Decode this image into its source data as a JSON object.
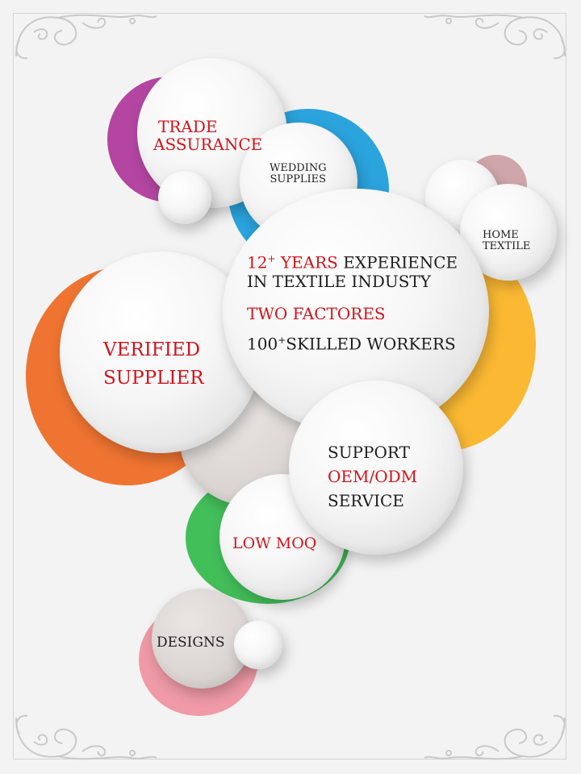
{
  "trade": {
    "line1": "TRADE",
    "line2": "ASSURANCE"
  },
  "wedding": {
    "line1": "WEDDING",
    "line2": "SUPPLIES"
  },
  "home": {
    "line1": "HOME",
    "line2": "TEXTILE"
  },
  "main": {
    "years_num": "12",
    "years_sup": "+",
    "years_red": " YEARS",
    "years_rest": " EXPERIENCE",
    "line2": "IN TEXTILE INDUSTY",
    "factories": "TWO FACTORES",
    "workers_num": "100",
    "workers_sup": "+",
    "workers_rest": "SKILLED WORKERS"
  },
  "verified": {
    "line1": "VERIFIED",
    "line2": "SUPPLIER"
  },
  "support": {
    "line1": "SUPPORT",
    "line2": "OEM/ODM",
    "line3": "SERVICE"
  },
  "moq": {
    "label": "LOW MOQ"
  },
  "designs": {
    "label": "DESIGNS"
  },
  "colors": {
    "purple": "#b446a2",
    "blue": "#2ba3dd",
    "mauve": "#cfa6ab",
    "yellow": "#fbb933",
    "orange": "#ef7431",
    "taupe": "#c4b2ab",
    "green": "#43bf5a",
    "pink": "#ef9aa6",
    "red_text": "#d2141b"
  },
  "icons": [
    "flourish-ornament-icon"
  ]
}
